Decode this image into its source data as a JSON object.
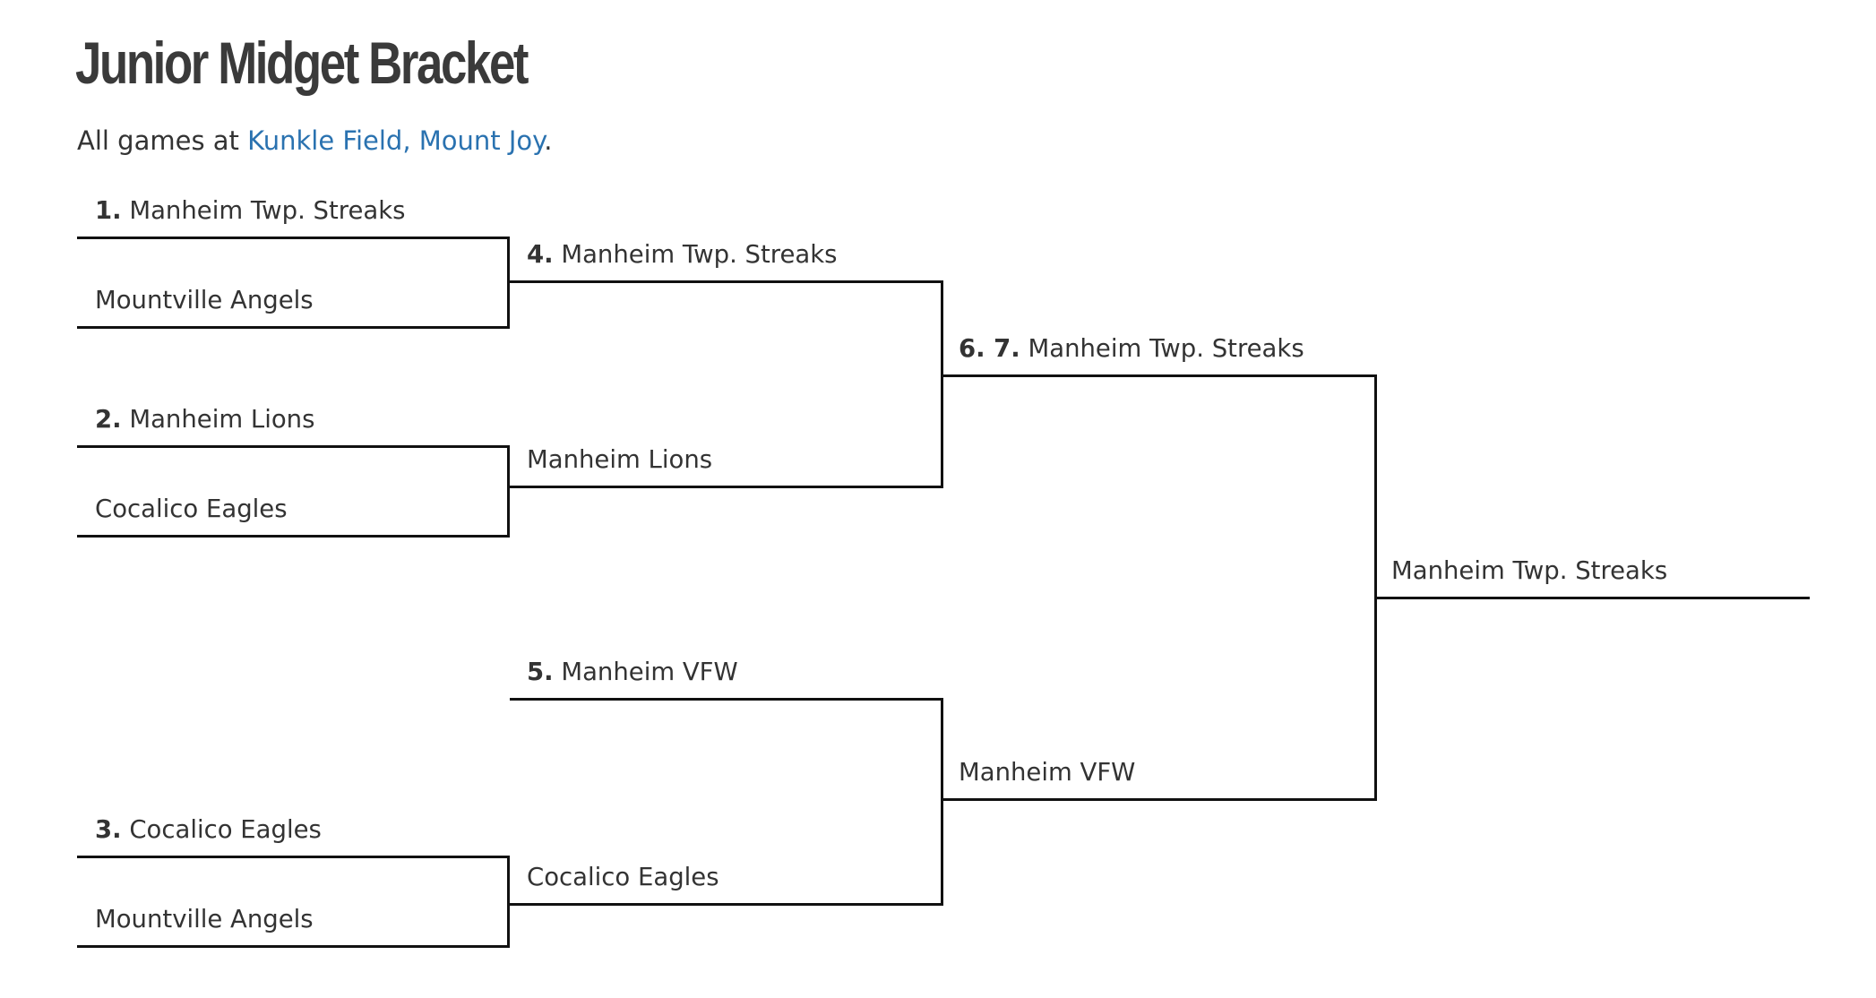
{
  "header": {
    "title": "Junior Midget Bracket",
    "subtitle_prefix": "All games at ",
    "location_link": "Kunkle Field, Mount Joy",
    "subtitle_suffix": "."
  },
  "bracket": {
    "round1": {
      "game1_top": {
        "seed": "1.",
        "team": "Manheim Twp. Streaks"
      },
      "game1_bottom": {
        "seed": "",
        "team": "Mountville Angels"
      },
      "game2_top": {
        "seed": "2.",
        "team": "Manheim Lions"
      },
      "game2_bottom": {
        "seed": "",
        "team": "Cocalico Eagles"
      },
      "game3_top": {
        "seed": "3.",
        "team": "Cocalico Eagles"
      },
      "game3_bottom": {
        "seed": "",
        "team": "Mountville Angels"
      }
    },
    "round2": {
      "game4_top": {
        "seed": "4.",
        "team": "Manheim Twp. Streaks"
      },
      "game4_bottom": {
        "seed": "",
        "team": "Manheim Lions"
      },
      "game5_top": {
        "seed": "5.",
        "team": "Manheim VFW"
      },
      "game5_bottom": {
        "seed": "",
        "team": "Cocalico Eagles"
      }
    },
    "round3": {
      "game67_top": {
        "seed": "6. 7.",
        "team": "Manheim Twp. Streaks"
      },
      "game67_bottom": {
        "seed": "",
        "team": "Manheim VFW"
      }
    },
    "champion": {
      "seed": "",
      "team": "Manheim Twp. Streaks"
    }
  }
}
